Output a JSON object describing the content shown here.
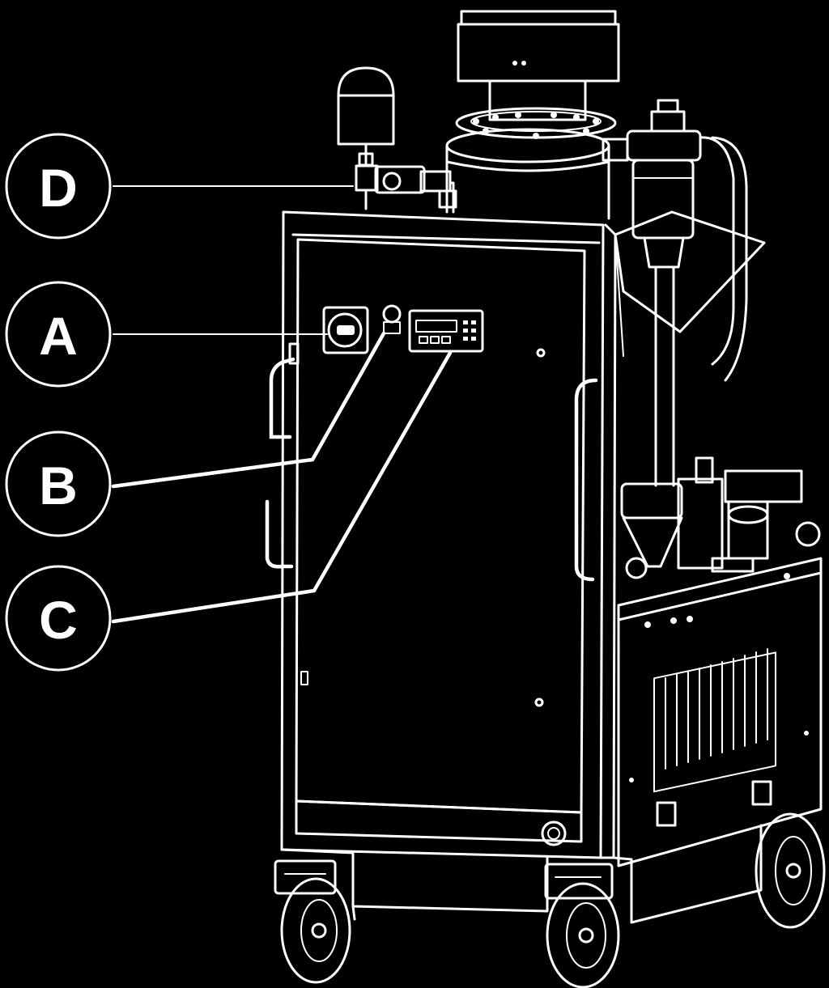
{
  "callouts": [
    {
      "id": "D",
      "label": "D"
    },
    {
      "id": "A",
      "label": "A"
    },
    {
      "id": "B",
      "label": "B"
    },
    {
      "id": "C",
      "label": "C"
    }
  ],
  "colors": {
    "background": "#000000",
    "linework": "#ffffff"
  }
}
